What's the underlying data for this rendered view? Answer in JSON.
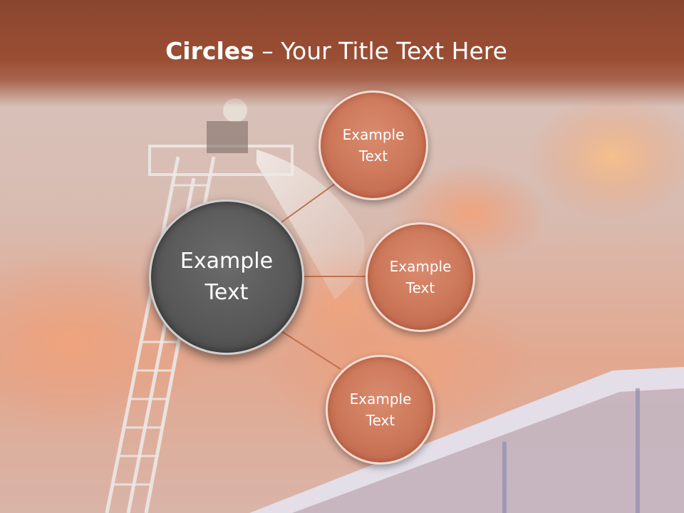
{
  "slide": {
    "title_bold": "Circles",
    "title_rest": " – Your Title Text Here"
  },
  "center_circle": {
    "text_line1": "Example",
    "text_line2": "Text"
  },
  "outer_circles": [
    {
      "text_line1": "Example",
      "text_line2": "Text"
    },
    {
      "text_line1": "Example",
      "text_line2": "Text"
    },
    {
      "text_line1": "Example",
      "text_line2": "Text"
    }
  ],
  "colors": {
    "title_bar": "#8a4630",
    "outer_circle": "#cc7658",
    "center_circle": "#575757",
    "connector": "#c0714f"
  }
}
